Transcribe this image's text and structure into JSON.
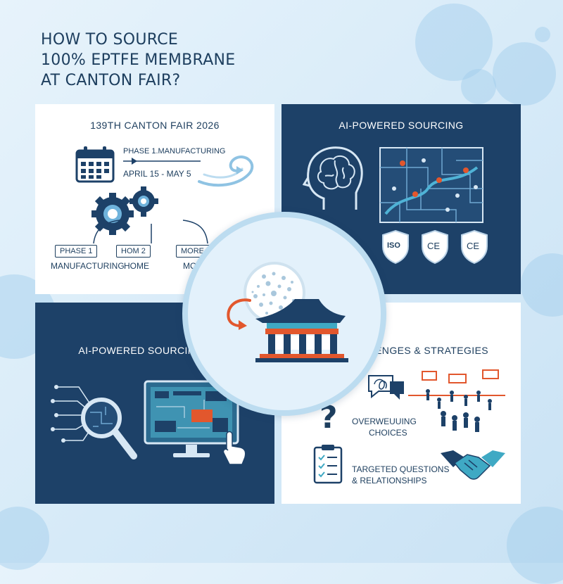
{
  "title": {
    "line1": "HOW TO SOURCE",
    "line2": "100% EPTFE MEMBRANE",
    "line3": "AT CANTON FAIR?"
  },
  "panel_top_left": {
    "heading": "139TH CANTON FAIR 2026",
    "phase_label": "PHASE 1.MANUFACTURING",
    "dates": "APRIL 15 - MAY 5",
    "pills": [
      "PHASE 1",
      "HOM 2",
      "MORE 3"
    ],
    "labels": [
      "MANUFACTURING",
      "HOME",
      "MORE"
    ]
  },
  "panel_top_right": {
    "heading": "AI-POWERED SOURCING",
    "badges": [
      "ISO",
      "CE",
      "CE"
    ]
  },
  "panel_bottom_left": {
    "heading": "AI-POWERED SOURCING"
  },
  "panel_bottom_right": {
    "heading": "CHALLENGES & STRATEGIES",
    "challenge_line1": "OVERWEUUING",
    "challenge_line2": "CHOICES",
    "strategy_line1": "TARGETED QUESTIONS",
    "strategy_line2": "& RELATIONSHIPS"
  },
  "colors": {
    "navy": "#1d4168",
    "accent_orange": "#e2572d",
    "light_blue": "#bcdcf0",
    "teal": "#3fa9c4"
  },
  "icons": [
    "calendar-icon",
    "gears-icon",
    "brain-head-icon",
    "map-icon",
    "shield-icon",
    "membrane-icon",
    "pavilion-icon",
    "magnifier-icon",
    "monitor-icon",
    "question-icon",
    "checklist-icon",
    "handshake-icon",
    "crowd-icon"
  ]
}
